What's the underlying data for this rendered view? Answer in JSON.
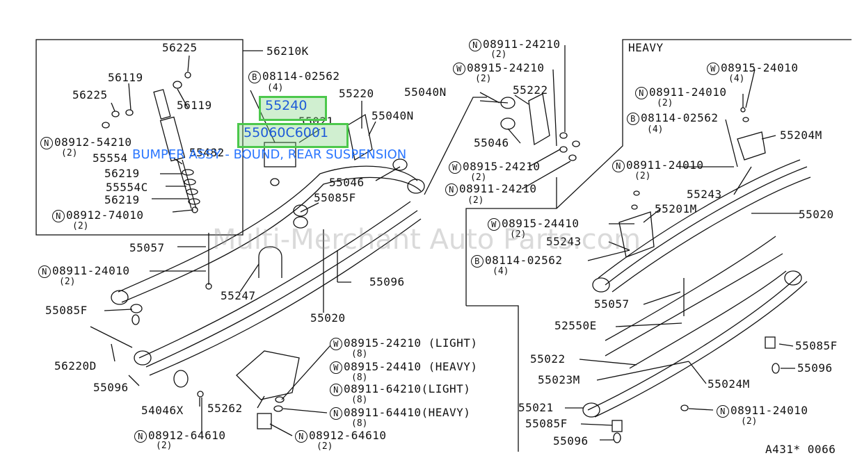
{
  "labels": {
    "p56225a": "56225",
    "p56210k": "56210K",
    "p56119a": "56119",
    "p56225b": "56225",
    "p56119b": "56119",
    "n08912_54210": "08912-54210",
    "q2a": "(2)",
    "p55554": "55554",
    "p55482": "55482",
    "p56219a": "56219",
    "p55554c": "55554C",
    "p56219b": "56219",
    "n08912_74010": "08912-74010",
    "q2b": "(2)",
    "p55057a": "55057",
    "n08911_24010a": "08911-24010",
    "q2c": "(2)",
    "p55085fa": "55085F",
    "p56220d": "56220D",
    "p55096a": "55096",
    "p54046x": "54046X",
    "n08912_64610a": "08912-64610",
    "q2d": "(2)",
    "b08114_02562a": "08114-02562",
    "q4a": "(4)",
    "p55220": "55220",
    "p55021a": "55021",
    "p55040n_a": "55040N",
    "p55046a": "55046",
    "p55085fb": "55085F",
    "p55247": "55247",
    "p55020a": "55020",
    "p55096b": "55096",
    "p55262": "55262",
    "w08915_24210_light": "08915-24210 (LIGHT)",
    "q8a": "(8)",
    "w08915_24410_heavy": "08915-24410 (HEAVY)",
    "q8b": "(8)",
    "n08911_64210_light": "08911-64210(LIGHT)",
    "q8c": "(8)",
    "n08911_64410_heavy": "08911-64410(HEAVY)",
    "q8d": "(8)",
    "n08912_64610b": "08912-64610",
    "q2e": "(2)",
    "n08911_24210a": "08911-24210",
    "q2f": "(2)",
    "w08915_24210a": "08915-24210",
    "q2g": "(2)",
    "p55040n_b": "55040N",
    "p55222": "55222",
    "p55046b": "55046",
    "w08915_24210b": "08915-24210",
    "q2h": "(2)",
    "n08911_24210b": "08911-24210",
    "q2i": "(2)",
    "heavy": "HEAVY",
    "w08915_24010": "08915-24010",
    "q4b": "(4)",
    "n08911_24010b": "08911-24010",
    "q2j": "(2)",
    "b08114_02562b": "08114-02562",
    "q4c": "(4)",
    "p55204m": "55204M",
    "n08911_24010c": "08911-24010",
    "q2k": "(2)",
    "p55243a": "55243",
    "p55201m": "55201M",
    "p55020b": "55020",
    "w08915_24410b": "08915-24410",
    "q2l": "(2)",
    "p55243b": "55243",
    "b08114_02562c": "08114-02562",
    "q4d": "(4)",
    "p55057b": "55057",
    "p52550e": "52550E",
    "p55085fc": "55085F",
    "p55022": "55022",
    "p55096c": "55096",
    "p55023m": "55023M",
    "p55024m": "55024M",
    "p55021b": "55021",
    "n08911_24010d": "08911-24010",
    "q2m": "(2)",
    "p55085fd": "55085F",
    "p55096d": "55096",
    "ref": "A431* 0066"
  },
  "symbols": {
    "N": "N",
    "W": "W",
    "B": "B"
  },
  "highlights": {
    "h1": "55240",
    "h2": "55060C6001"
  },
  "caption": "BUMPER ASSY - BOUND, REAR SUSPENSION",
  "watermark": "Multi-Merchant Auto Parts.com",
  "colors": {
    "highlight_border": "#4cc84c",
    "caption": "#2a76ff",
    "highlight_text": "#1e5bd8"
  }
}
